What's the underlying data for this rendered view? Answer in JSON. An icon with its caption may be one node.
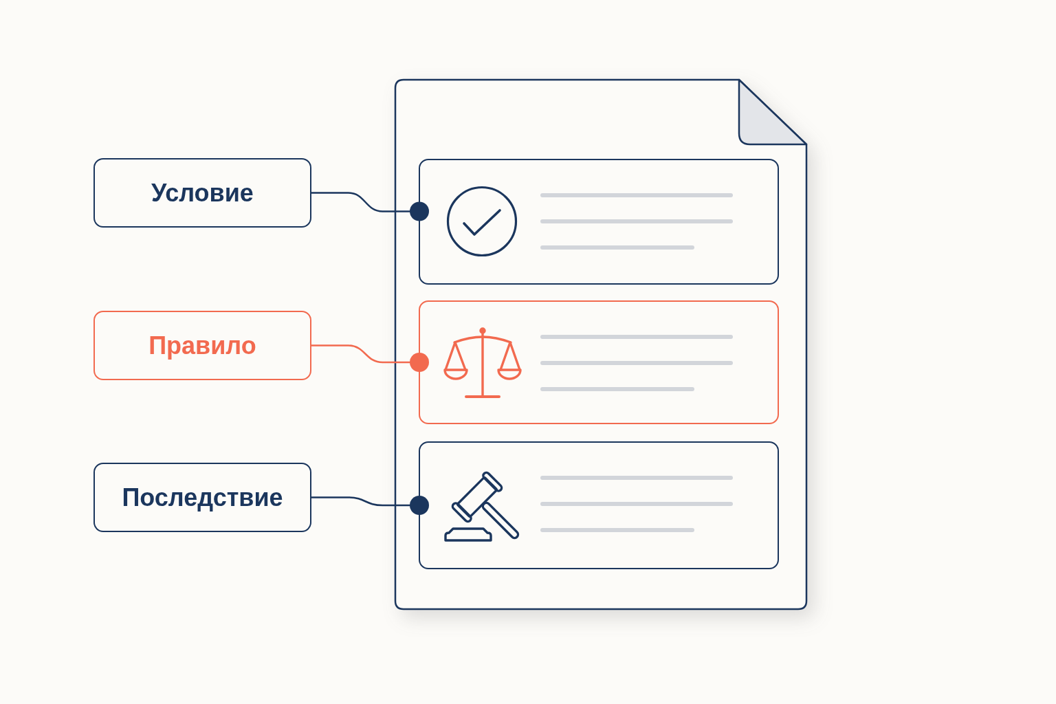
{
  "diagram": {
    "nodes": [
      {
        "text": [
          "Условие"
        ]
      },
      {
        "text": [
          "Правило"
        ]
      },
      {
        "text": [
          "Последствие"
        ]
      },
      {
        "text": [],
        "shape": "document"
      },
      {
        "text": [],
        "shape": "box",
        "in": 3
      },
      {
        "text": [],
        "shape": "box",
        "in": 3
      },
      {
        "text": [],
        "shape": "box",
        "in": 3
      }
    ],
    "edges": [
      {
        "from": 0,
        "to": 4,
        "arrow": "other"
      },
      {
        "from": 1,
        "to": 5,
        "arrow": "other",
        "color": "#f26a4f"
      },
      {
        "from": 2,
        "to": 6,
        "arrow": "other"
      }
    ]
  }
}
